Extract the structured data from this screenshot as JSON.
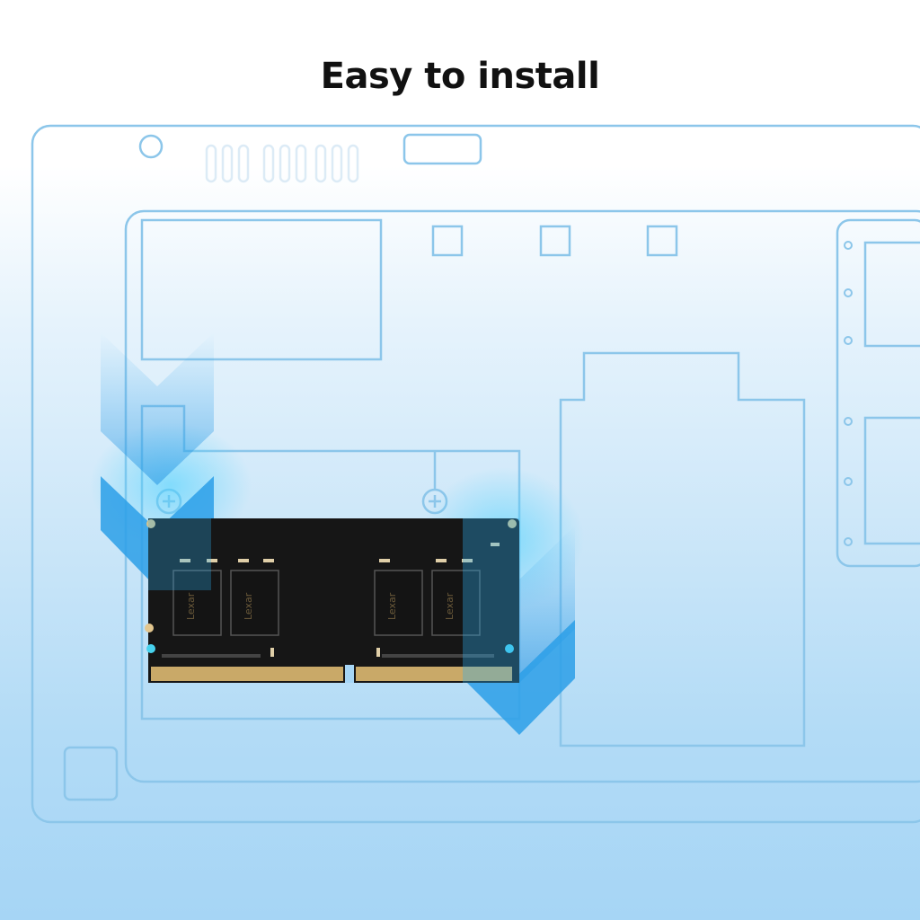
{
  "headline": "Easy to install",
  "module": {
    "chip_brand": "Lexar",
    "chip_count": 4
  },
  "colors": {
    "line": "#7fbde6",
    "arrow": "#2fa8f0",
    "pcb": "#141414",
    "gold": "#c9a968"
  }
}
